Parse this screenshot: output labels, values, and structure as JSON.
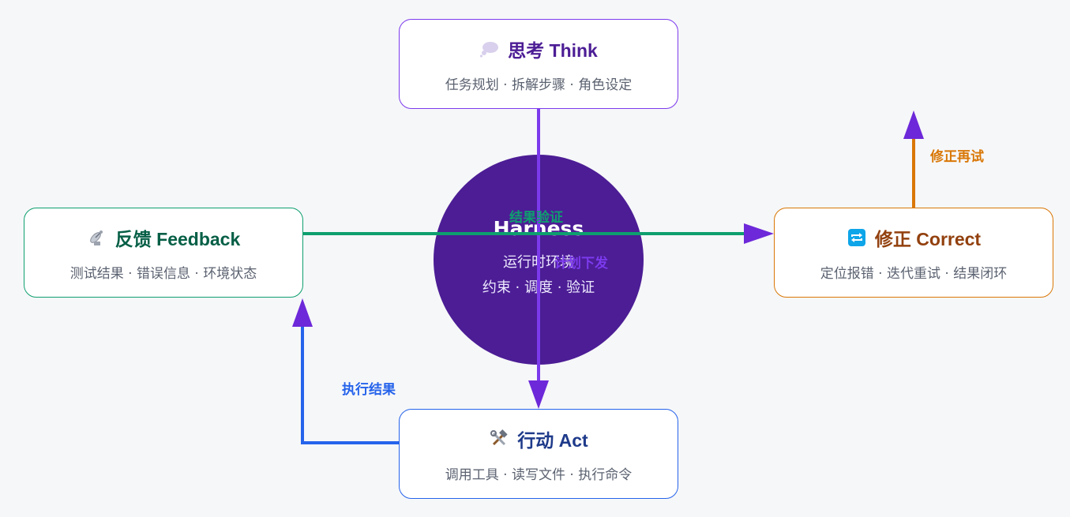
{
  "think": {
    "title": "思考 Think",
    "sub": "任务规划 · 拆解步骤 · 角色设定"
  },
  "act": {
    "title": "行动 Act",
    "sub": "调用工具 · 读写文件 · 执行命令"
  },
  "feedback": {
    "title": "反馈 Feedback",
    "sub": "测试结果 · 错误信息 · 环境状态"
  },
  "correct": {
    "title": "修正 Correct",
    "sub": "定位报错 · 迭代重试 · 结果闭环"
  },
  "harness": {
    "title": "Harness",
    "sub": "运行时环境",
    "sub2": "约束 · 调度 · 验证"
  },
  "edges": {
    "dispatch": "计划下发",
    "verify": "结果验证",
    "exec_result": "执行结果",
    "retry": "修正再试"
  },
  "colors": {
    "purple": "#6d28d9",
    "green": "#0e9f6e",
    "blue": "#2563eb",
    "orange": "#d97706",
    "harness": "#4c1d95"
  },
  "icons": {
    "think": "thought-bubble-icon",
    "act": "hammer-wrench-icon",
    "feedback": "satellite-antenna-icon",
    "correct": "repeat-icon"
  }
}
